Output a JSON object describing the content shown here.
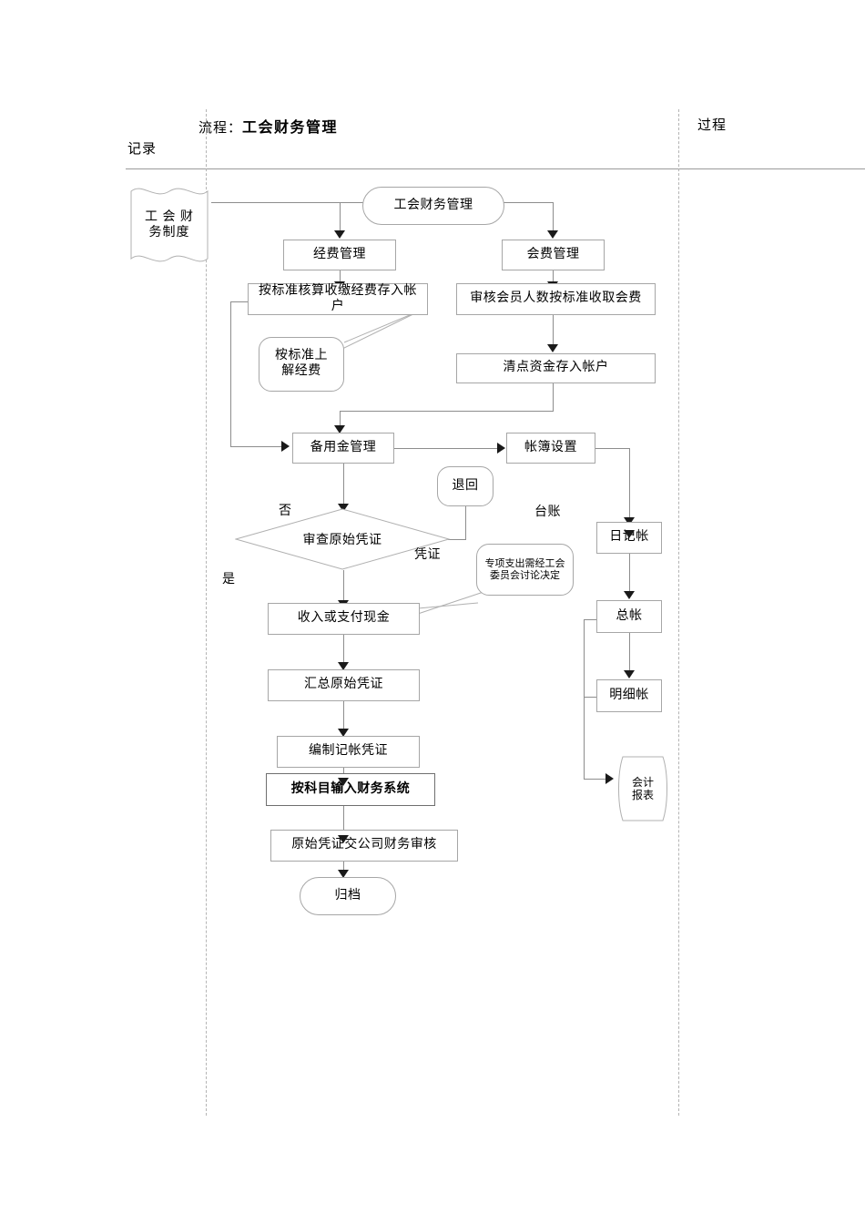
{
  "header": {
    "record_label": "记录",
    "process_prefix": "流程：",
    "process_title": "工会财务管理",
    "right_label": "过程"
  },
  "nodes": {
    "policy_doc": "工 会 财\n务制度",
    "start": "工会财务管理",
    "fee_mgmt": "经费管理",
    "dues_mgmt": "会费管理",
    "fee_collect": "按标准核算收缴经费存入帐户",
    "dues_collect": "审核会员人数按标准收取会费",
    "fee_remit": "桉标准上\n解经费",
    "dues_deposit": "清点资金存入帐户",
    "petty_cash": "备用金管理",
    "ledger_setup": "帐簿设置",
    "reject": "退回",
    "review_voucher": "审查原始凭证",
    "special_note": "专项支出需经工会委员会讨论决定",
    "cash_inout": "收入或支付现金",
    "summarize": "汇总原始凭证",
    "make_voucher": "编制记帐凭证",
    "input_system": "按科目输入财务系统",
    "company_audit": "原始凭证交公司财务审核",
    "archive": "归档",
    "journal": "日记帐",
    "general_ledger": "总帐",
    "detail_ledger": "明细帐",
    "fin_report": "会计\n报表"
  },
  "edge_labels": {
    "no": "否",
    "yes": "是",
    "voucher": "凭证",
    "standing_book": "台账"
  },
  "colors": {
    "line": "#8d8d8d",
    "box_border": "#a6a6a6",
    "arrow": "#1a1a1a",
    "dash": "#b4b4b4",
    "text": "#000000"
  }
}
